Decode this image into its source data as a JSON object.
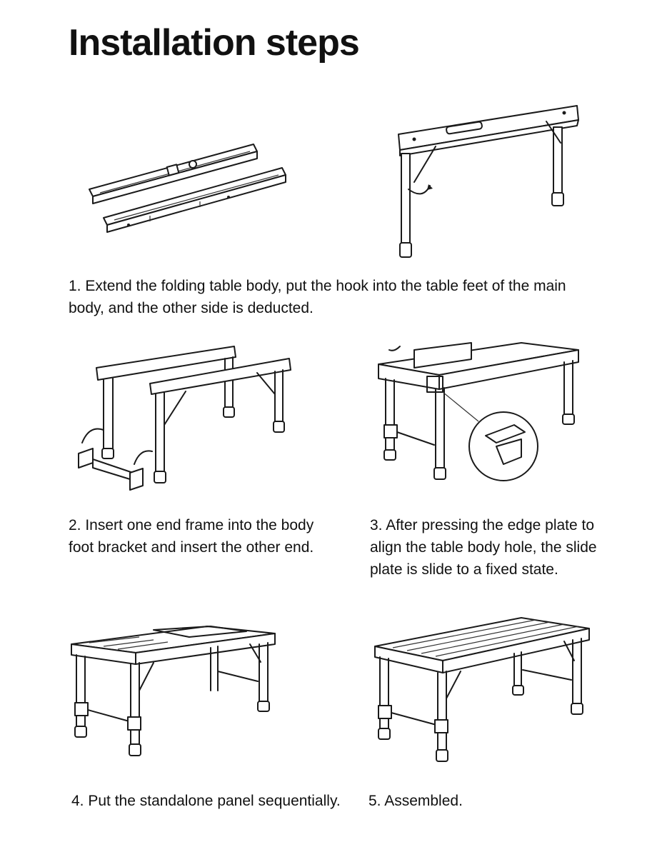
{
  "title": "Installation steps",
  "steps": [
    {
      "caption": "1. Extend the folding table body, put the hook into the table feet of the main\nbody, and the other side is deducted."
    },
    {
      "caption": "2. Insert one end frame into the body\n foot bracket and insert the other end."
    },
    {
      "caption": "3. After pressing the edge plate to\nalign the table body hole, the slide\nplate is slide to a fixed state."
    },
    {
      "caption": "4. Put the standalone panel sequentially."
    },
    {
      "caption": "5. Assembled."
    }
  ]
}
